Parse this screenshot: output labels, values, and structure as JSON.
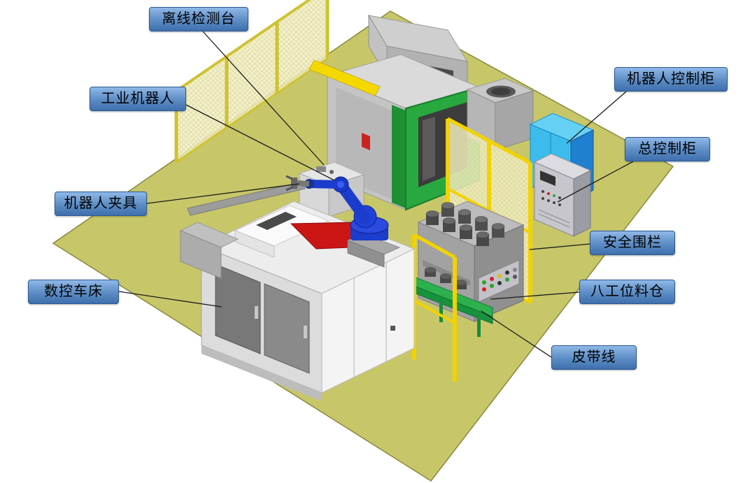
{
  "diagram": {
    "kind": "3d-equipment-layout-annotation",
    "colors": {
      "label_gradient_top": "#8fb8e8",
      "label_gradient_bottom": "#3f6fae",
      "label_text": "#000000",
      "floor": "#c7c76a",
      "fence_yellow": "#f2d200",
      "machine_green": "#28a83e",
      "robot_blue": "#1b3ccc",
      "cabinet_cyan": "#3cbcec",
      "belt_green": "#2db14f",
      "plate_red": "#cc1515"
    }
  },
  "labels": [
    {
      "id": "offline-inspection-station",
      "text": "离线检测台"
    },
    {
      "id": "robot-control-cabinet",
      "text": "机器人控制柜"
    },
    {
      "id": "industrial-robot",
      "text": "工业机器人"
    },
    {
      "id": "main-control-cabinet",
      "text": "总控制柜"
    },
    {
      "id": "robot-gripper",
      "text": "机器人夹具"
    },
    {
      "id": "safety-fence",
      "text": "安全围栏"
    },
    {
      "id": "cnc-lathe",
      "text": "数控车床"
    },
    {
      "id": "eight-station-magazine",
      "text": "八工位料仓"
    },
    {
      "id": "belt-line",
      "text": "皮带线"
    }
  ]
}
